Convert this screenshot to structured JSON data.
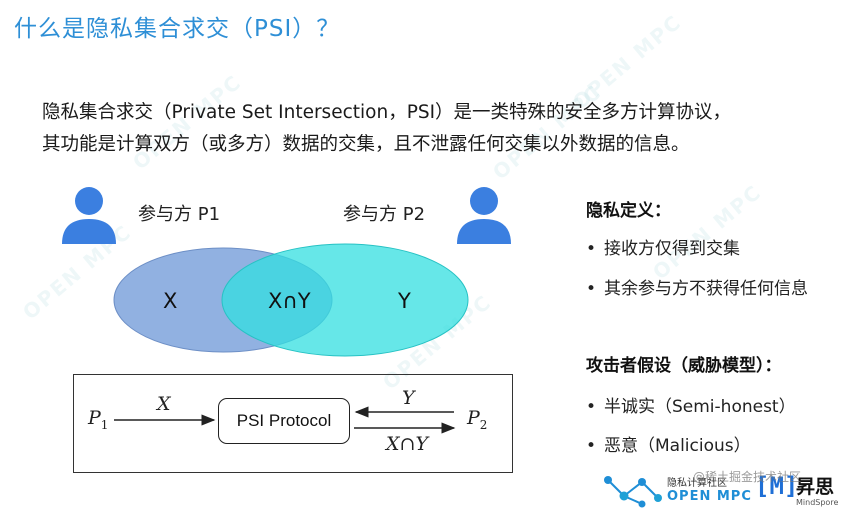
{
  "title": "什么是隐私集合求交（PSI）？",
  "intro": {
    "line1": "隐私集合求交（Private Set Intersection，PSI）是一类特殊的安全多方计算协议，",
    "line2": "其功能是计算双方（或多方）数据的交集，且不泄露任何交集以外数据的信息。"
  },
  "parties": {
    "p1_label": "参与方 P1",
    "p2_label": "参与方 P2"
  },
  "venn": {
    "left_label": "X",
    "center_label": "X∩Y",
    "right_label": "Y",
    "left_color": "#7ea3dc",
    "right_color": "#33dfe0"
  },
  "protocol": {
    "p1": "P",
    "p1_sub": "1",
    "p2": "P",
    "p2_sub": "2",
    "x_label": "X",
    "y_label": "Y",
    "xy_label": "X∩Y",
    "box_label": "PSI Protocol"
  },
  "privacy_definition": {
    "heading": "隐私定义：",
    "items": [
      "接收方仅得到交集",
      "其余参与方不获得任何信息"
    ]
  },
  "adversary_model": {
    "heading": "攻击者假设（威胁模型）：",
    "items": [
      "半诚实（Semi-honest）",
      "恶意（Malicious）"
    ]
  },
  "logo": {
    "cn": "隐私计算社区",
    "en": "OPEN MPC",
    "m": "[M]",
    "ss": "昇思",
    "ms": "MindSpore"
  },
  "credit": "@稀土掘金技术社区",
  "watermark": "OPEN MPC",
  "colors": {
    "title": "#2e8fd6",
    "person_icon": "#3b7fe0"
  },
  "icons": {
    "person": "person-icon",
    "bullet": "•"
  }
}
